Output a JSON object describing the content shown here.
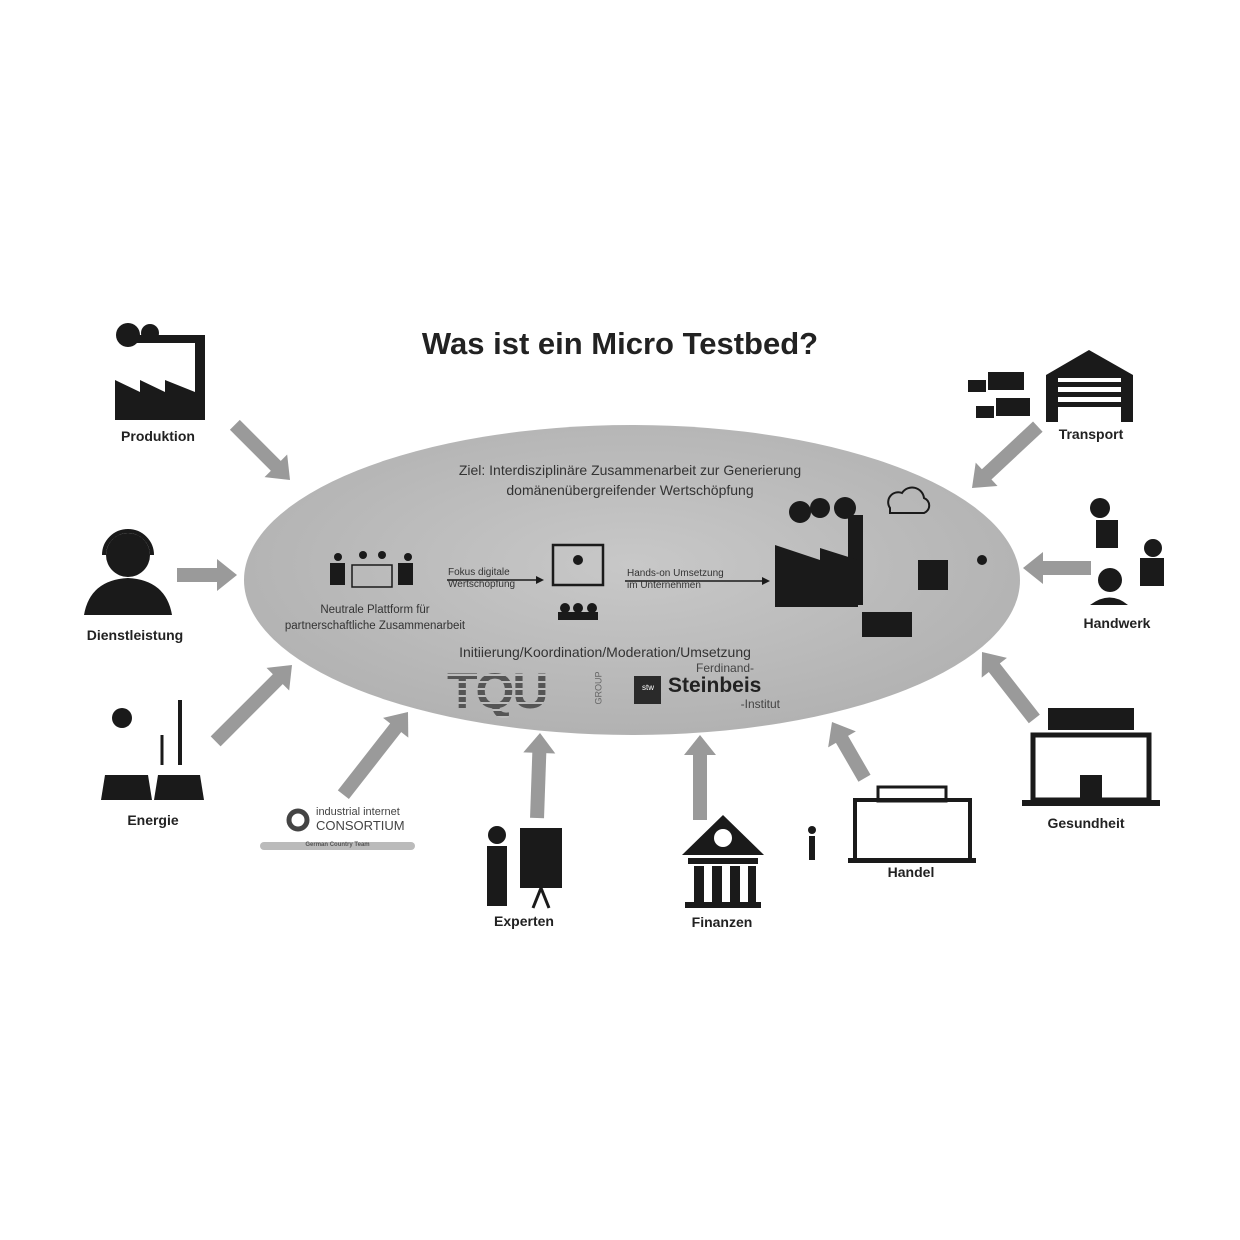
{
  "title": "Was ist ein Micro Testbed?",
  "center": {
    "goal_line1": "Ziel: Interdisziplinäre Zusammenarbeit zur Generierung",
    "goal_line2": "domänenübergreifender Wertschöpfung",
    "platform_line1": "Neutrale Plattform für",
    "platform_line2": "partnerschaftliche Zusammenarbeit",
    "focus_line1": "Fokus digitale",
    "focus_line2": "Wertschöpfung",
    "handson_line1": "Hands-on Umsetzung",
    "handson_line2": "im Unternehmen",
    "roles": "Initiierung/Koordination/Moderation/Umsetzung",
    "tqu_logo": "TQU",
    "tqu_group": "GROUP",
    "steinbeis_line1": "Ferdinand-",
    "steinbeis_line2": "Steinbeis",
    "steinbeis_line3": "-Institut",
    "steinbeis_mark": "stw"
  },
  "domains": {
    "produktion": "Produktion",
    "dienstleistung": "Dienstleistung",
    "energie": "Energie",
    "experten": "Experten",
    "finanzen": "Finanzen",
    "handel": "Handel",
    "gesundheit": "Gesundheit",
    "handwerk": "Handwerk",
    "transport": "Transport"
  },
  "iic": {
    "line1": "industrial internet",
    "line2": "CONSORTIUM",
    "line3": "German Country Team"
  },
  "colors": {
    "ellipse": "#bdbdbd",
    "arrow": "#9a9a9a",
    "icon": "#1a1a1a"
  }
}
